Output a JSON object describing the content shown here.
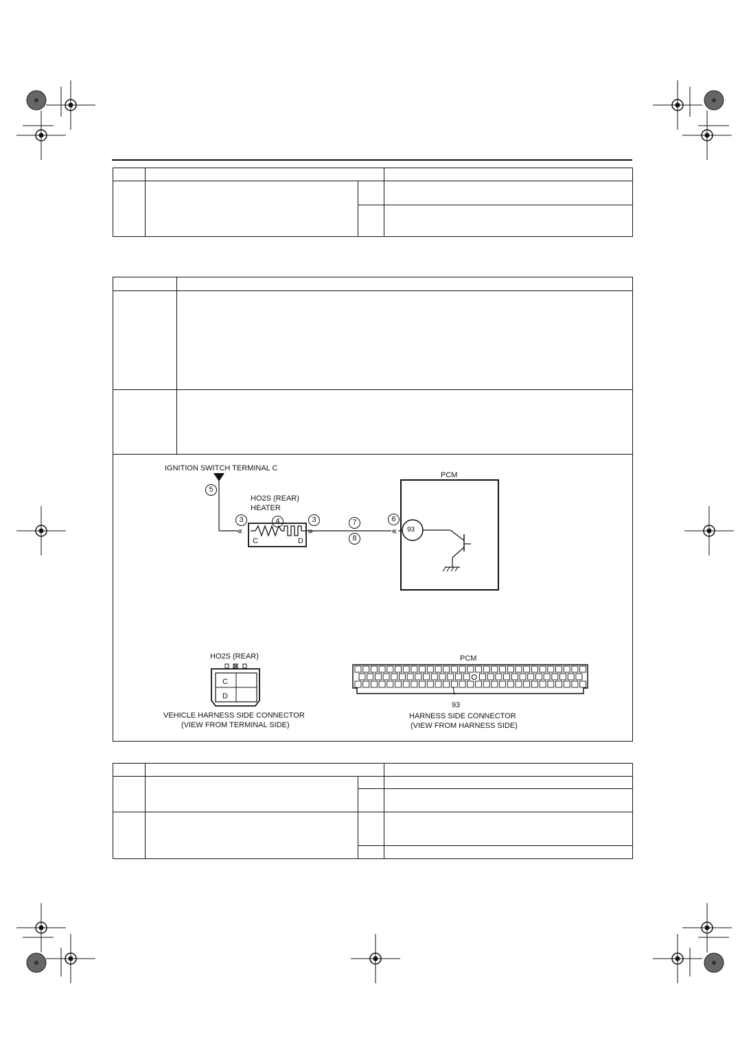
{
  "diagram": {
    "ignition_label": "IGNITION SWITCH TERMINAL C",
    "sensor_title_line1": "HO2S (REAR)",
    "sensor_title_line2": "HEATER",
    "pcm_label": "PCM",
    "pcm_terminal": "93",
    "terminal_c": "C",
    "terminal_d": "D",
    "callouts": [
      "5",
      "3",
      "4",
      "3",
      "7",
      "8",
      "6"
    ]
  },
  "connectors": {
    "ho2s_title": "HO2S (REAR)",
    "ho2s_pin_c": "C",
    "ho2s_pin_d": "D",
    "ho2s_caption_line1": "VEHICLE HARNESS SIDE CONNECTOR",
    "ho2s_caption_line2": "(VIEW FROM TERMINAL SIDE)",
    "pcm_title": "PCM",
    "pcm_pin_label": "93",
    "pcm_caption_line1": "HARNESS SIDE CONNECTOR",
    "pcm_caption_line2": "(VIEW FROM HARNESS SIDE)"
  }
}
